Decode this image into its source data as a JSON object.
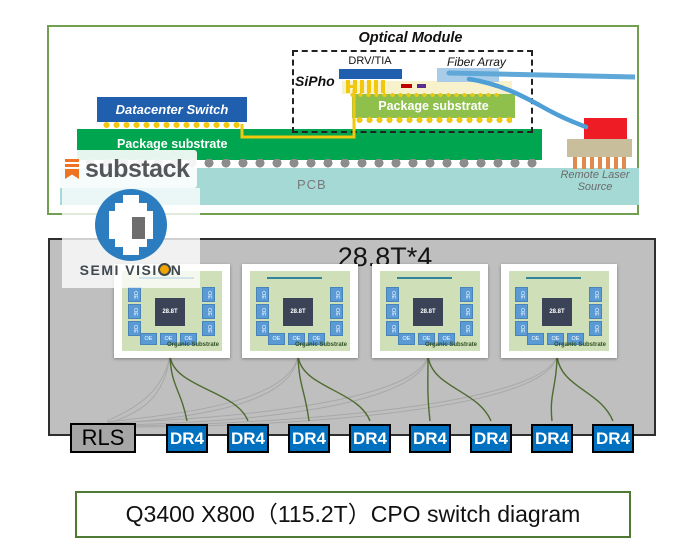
{
  "top_panel": {
    "optical_module_label": "Optical Module",
    "drv_tia_label": "DRV/TIA",
    "sipho_label": "SiPho",
    "fiber_array_label": "Fiber Array",
    "module_substrate_label": "Package substrate",
    "switch_label": "Datacenter Switch",
    "main_substrate_label": "Package substrate",
    "pcb_label": "PCB",
    "remote_laser_label": "Remote Laser Source"
  },
  "watermarks": {
    "substack_label": "substack",
    "semi_vision_full": "SEMI VISION",
    "semi_vision_pre": "SEMI VISI",
    "semi_vision_post": "N"
  },
  "package_panel": {
    "title": "28.8T*4",
    "chip_label": "28.8T",
    "oe_label": "OE",
    "substrate_label": "Organic Substrate",
    "chips_count": 4
  },
  "bottom_row": {
    "rls_label": "RLS",
    "dr4_labels": [
      "DR4",
      "DR4",
      "DR4",
      "DR4",
      "DR4",
      "DR4",
      "DR4",
      "DR4"
    ]
  },
  "caption": "Q3400 X800（115.2T）CPO switch diagram",
  "colors": {
    "switch_blue": "#1F5FAD",
    "dr4_blue": "#0070C0",
    "substrate_green": "#00A550",
    "module_substrate_green": "#8EC04B",
    "organic_substrate_green": "#CFE0B8",
    "pcb_teal": "#A5D9D5",
    "laser_red": "#EE1C25",
    "fiber_blue": "#5FA8D8",
    "trace_yellow": "#F2C80F",
    "panel_gray": "#BFBFBF",
    "connector_green": "#4E6B30"
  }
}
